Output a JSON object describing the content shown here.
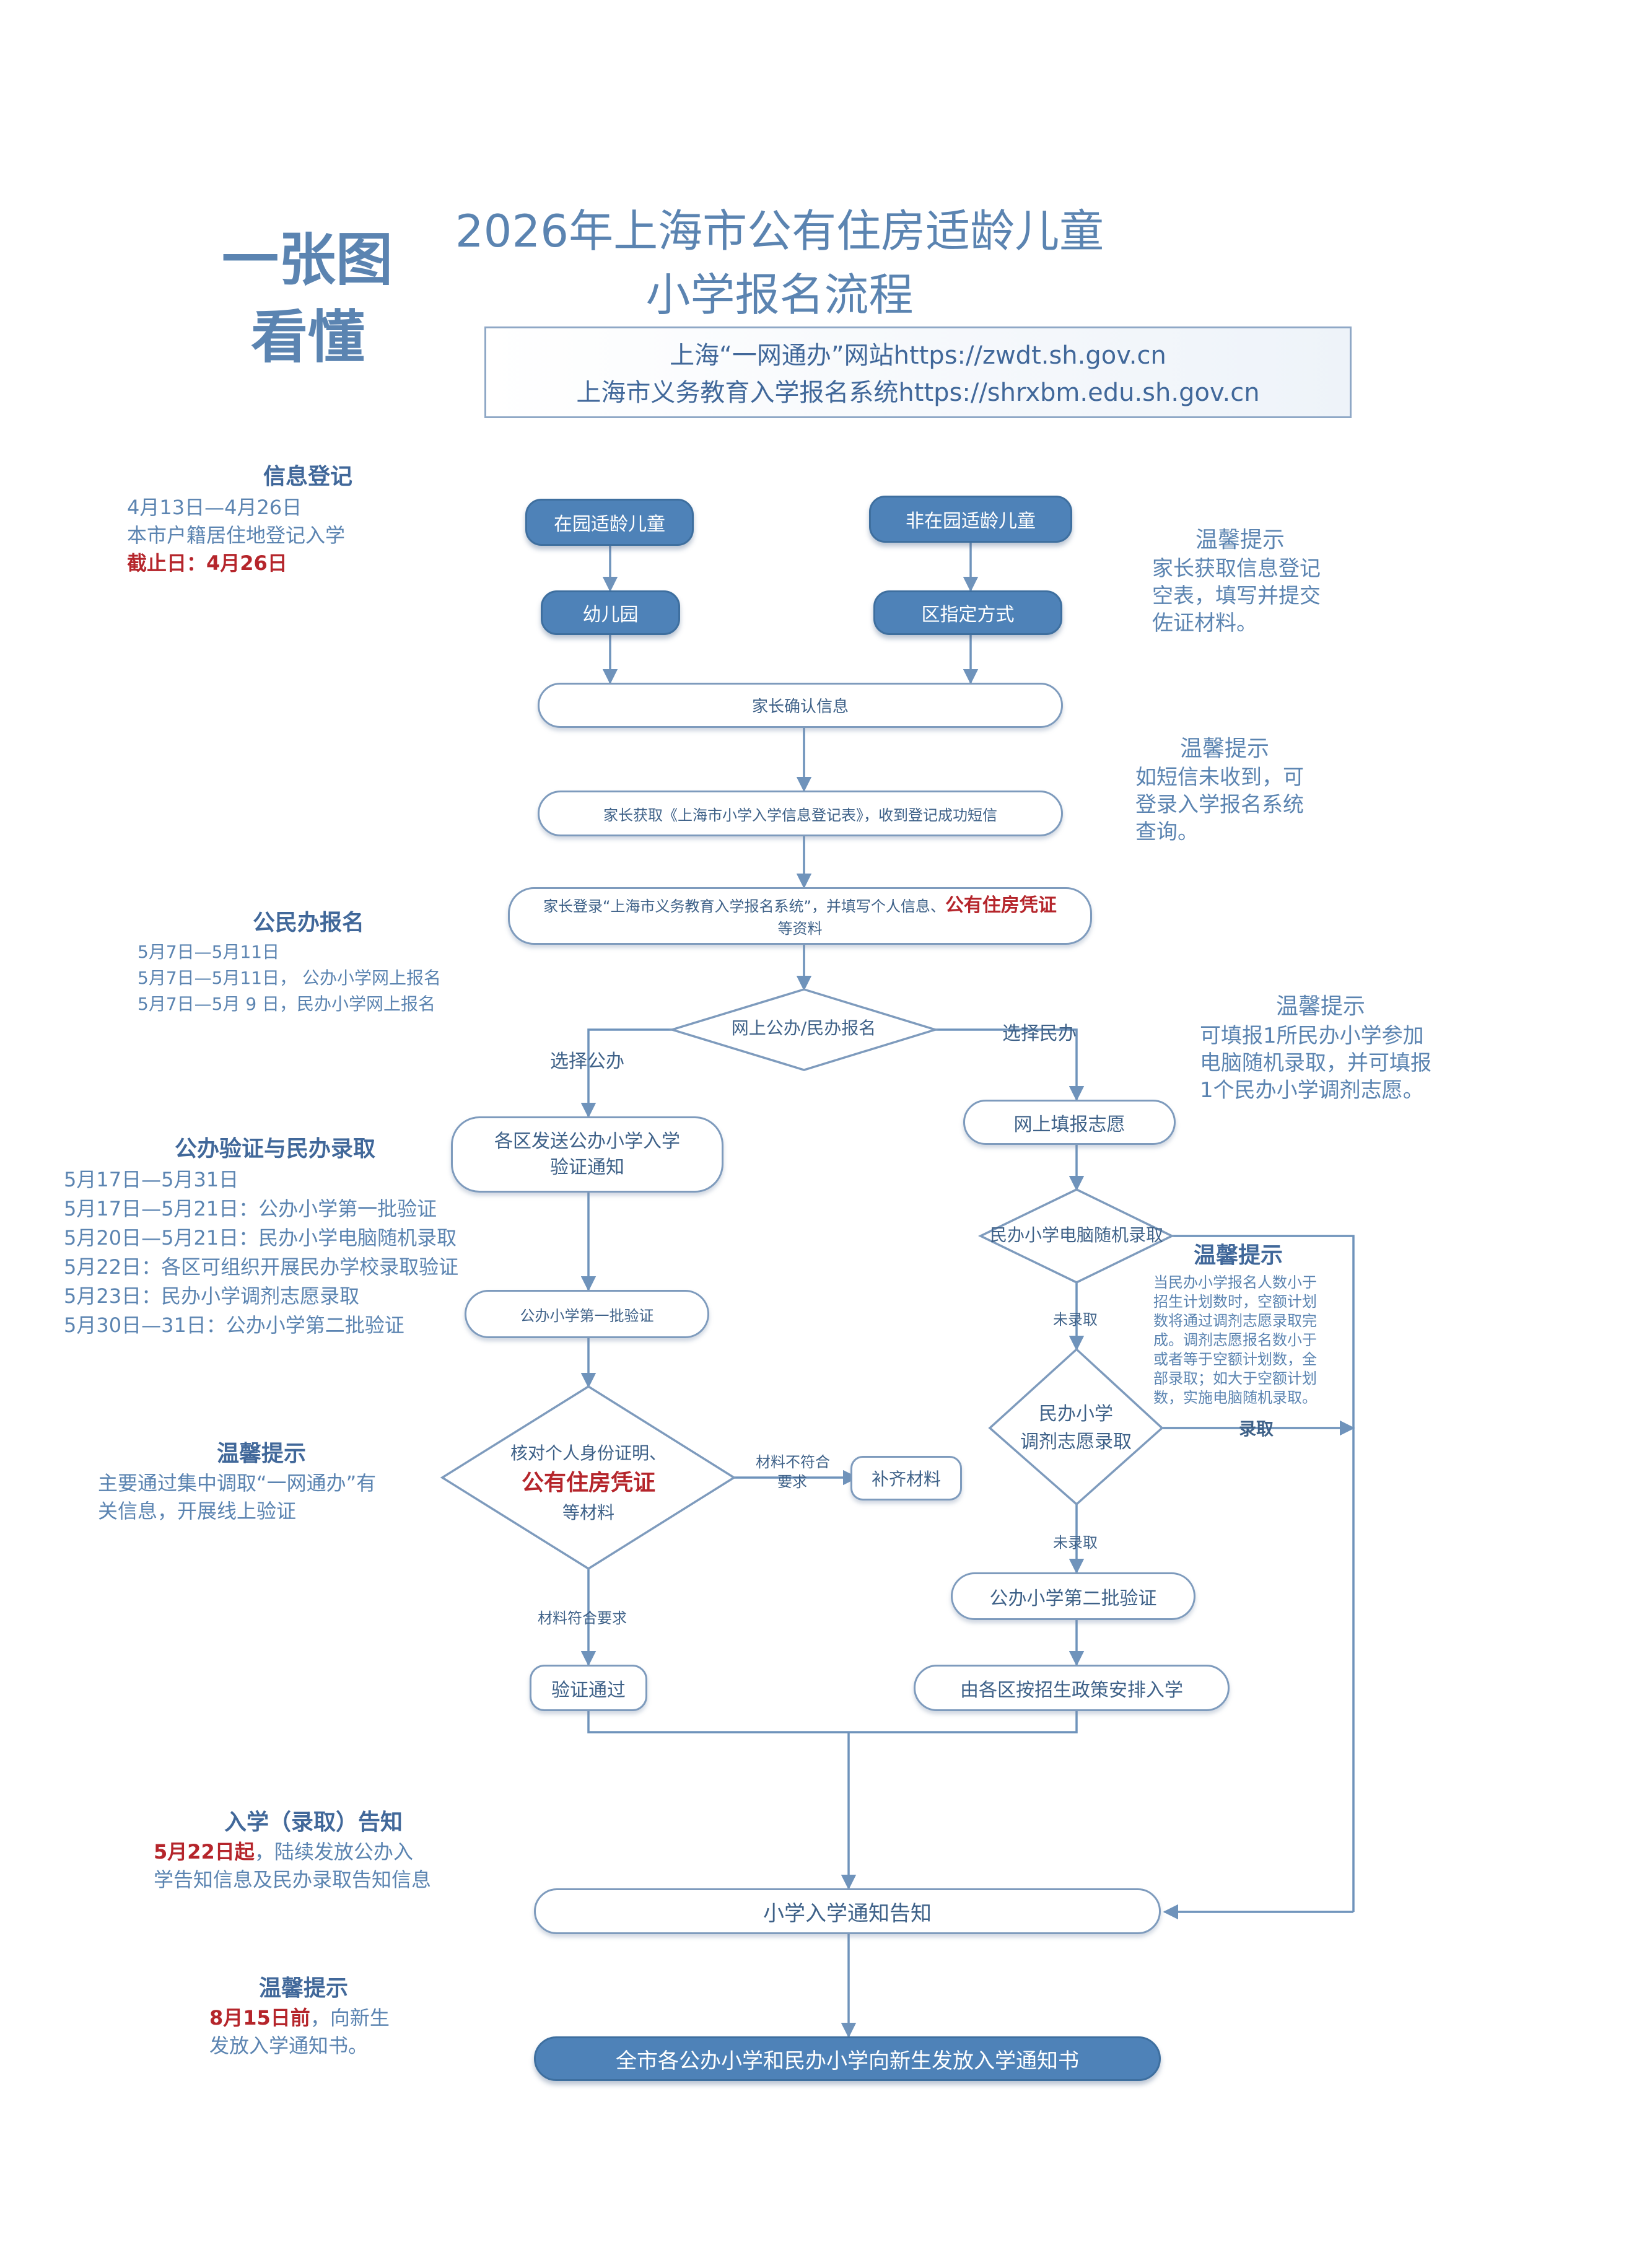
{
  "slogan": {
    "line1": "一张图",
    "line2": "看懂"
  },
  "title": {
    "line1": "2026年上海市公有住房适龄儿童",
    "line2": "小学报名流程"
  },
  "websites": {
    "line1": "上海“一网通办”网站https://zwdt.sh.gov.cn",
    "line2": "上海市义务教育入学报名系统https://shrxbm.edu.sh.gov.cn"
  },
  "left_notes": {
    "registration": {
      "title": "信息登记",
      "lines": [
        "4月13日—4月26日",
        "本市户籍居住地登记入学"
      ],
      "deadline": "截止日：4月26日"
    },
    "public_private": {
      "title": "公民办报名",
      "lines": [
        "5月7日—5月11日",
        "5月7日—5月11日，  公办小学网上报名",
        "5月7日—5月 9 日，民办小学网上报名"
      ]
    },
    "verification": {
      "title": "公办验证与民办录取",
      "lines": [
        "5月17日—5月31日",
        "5月17日—5月21日：公办小学第一批验证",
        "5月20日—5月21日：民办小学电脑随机录取",
        "5月22日：各区可组织开展民办学校录取验证",
        "5月23日：民办小学调剂志愿录取",
        "5月30日—31日：公办小学第二批验证"
      ]
    },
    "tip_verify": {
      "title": "温馨提示",
      "lines": [
        "主要通过集中调取“一网通办”有",
        "关信息，开展线上验证"
      ]
    },
    "notice": {
      "title": "入学（录取）告知",
      "red_part": "5月22日起",
      "rest_part": "，陆续发放公办入",
      "line2": "学告知信息及民办录取告知信息"
    },
    "tip_final": {
      "title": "温馨提示",
      "red_part": "8月15日前",
      "rest_part": "，向新生",
      "line2": "发放入学通知书。"
    }
  },
  "right_notes": {
    "tip1": {
      "title": "温馨提示",
      "lines": [
        "家长获取信息登记",
        "空表，填写并提交",
        "佐证材料。"
      ]
    },
    "tip2": {
      "title": "温馨提示",
      "lines": [
        "如短信未收到，可",
        "登录入学报名系统",
        "查询。"
      ]
    },
    "tip3": {
      "title": "温馨提示",
      "lines": [
        "可填报1所民办小学参加",
        "电脑随机录取，并可填报",
        "1个民办小学调剂志愿。"
      ]
    },
    "tip4": {
      "title": "温馨提示",
      "lines": [
        "当民办小学报名人数小于",
        "招生计划数时，空额计划",
        "数将通过调剂志愿录取完",
        "成。调剂志愿报名数小于",
        "或者等于空额计划数，全",
        "部录取；如大于空额计划",
        "数，实施电脑随机录取。"
      ]
    }
  },
  "nodes": {
    "kindergarten_child": "在园适龄儿童",
    "non_kindergarten_child": "非在园适龄儿童",
    "kindergarten": "幼儿园",
    "district_method": "区指定方式",
    "parent_confirm": "家长确认信息",
    "parent_get_form": "家长获取《上海市小学入学信息登记表》，收到登记成功短信",
    "parent_login": {
      "line1_pre": "家长登录“上海市义务教育入学报名系统”，并填写个人信息、",
      "line1_red": "公有住房凭证",
      "line2": "等资料"
    },
    "online_register": "网上公办/民办报名",
    "choose_public": "选择公办",
    "choose_private": "选择民办",
    "district_notice": {
      "line1": "各区发送公办小学入学",
      "line2": "验证通知"
    },
    "online_wish": "网上填报志愿",
    "private_random": "民办小学电脑随机录取",
    "public_first_verify": "公办小学第一批验证",
    "not_admitted_1": "未录取",
    "private_adjust": {
      "line1": "民办小学",
      "line2": "调剂志愿录取"
    },
    "admitted": "录取",
    "verify_docs": {
      "line1": "核对个人身份证明、",
      "line2": "公有住房凭证",
      "line3": "等材料"
    },
    "not_meet": {
      "line1": "材料不符合",
      "line2": "要求"
    },
    "supplement": "补齐材料",
    "not_admitted_2": "未录取",
    "public_second_verify": "公办小学第二批验证",
    "meet_req": "材料符合要求",
    "verified": "验证通过",
    "district_arrange": "由各区按招生政策安排入学",
    "admission_notice": "小学入学通知告知",
    "final_notice": "全市各公办小学和民办小学向新生发放入学通知书"
  },
  "colors": {
    "title_blue": "#5b84b1",
    "accent_red": "#b5252b",
    "node_fill": "#4e82b8",
    "line": "#6f93bb"
  }
}
